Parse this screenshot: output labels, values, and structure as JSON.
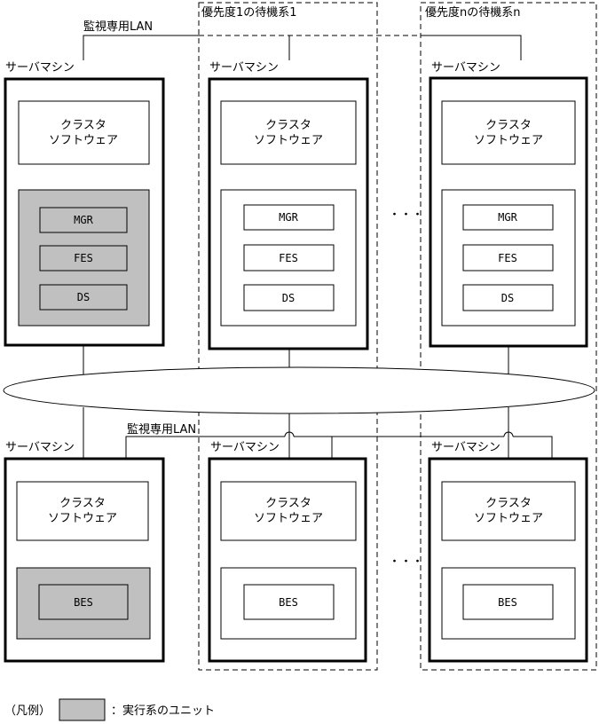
{
  "labels": {
    "monitor_lan": "監視専用LAN",
    "server_machine": "サーバマシン",
    "cluster_line1": "クラスタ",
    "cluster_line2": "ソフトウェア",
    "standby_priority_1": "優先度1の待機系1",
    "standby_priority_n": "優先度nの待機系n",
    "ellipsis": "・・・",
    "legend_open": "（凡例）",
    "legend_desc": "：実行系のユニット"
  },
  "units": {
    "mgr": "MGR",
    "fes": "FES",
    "ds": "DS",
    "bes": "BES"
  },
  "colors": {
    "active_unit_fill": "#c0c0c0",
    "line": "#000000",
    "background": "#ffffff"
  }
}
